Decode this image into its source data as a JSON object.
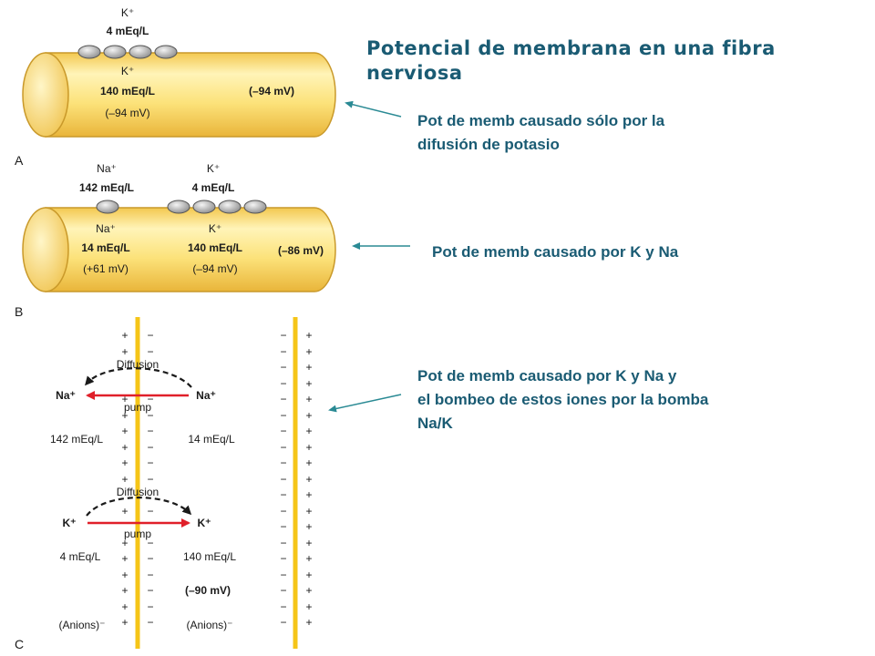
{
  "title": "Potencial de membrana en una fibra nerviosa",
  "captions": {
    "a": [
      "Pot de memb causado sólo por la",
      "difusión de potasio"
    ],
    "b": [
      "Pot de memb causado por K y Na"
    ],
    "c": [
      "Pot de memb causado por K y Na y",
      "el bombeo de estos iones por la bomba",
      "Na/K"
    ]
  },
  "panel_a": {
    "letter": "A",
    "k_out_ion": "K⁺",
    "k_out_conc": "4 mEq/L",
    "k_in_ion": "K⁺",
    "k_in_conc": "140 mEq/L",
    "k_eq": "(–94 mV)",
    "membrane_potential": "(–94 mV)"
  },
  "panel_b": {
    "letter": "B",
    "na_out_ion": "Na⁺",
    "na_out_conc": "142 mEq/L",
    "k_out_ion": "K⁺",
    "k_out_conc": "4 mEq/L",
    "na_in_ion": "Na⁺",
    "na_in_conc": "14 mEq/L",
    "na_eq": "(+61 mV)",
    "k_in_ion": "K⁺",
    "k_in_conc": "140 mEq/L",
    "k_eq": "(–94 mV)",
    "membrane_potential": "(–86 mV)"
  },
  "panel_c": {
    "letter": "C",
    "diffusion_label_1": "Diffusion",
    "pump_label_1": "pump",
    "na_left": "Na⁺",
    "na_right": "Na⁺",
    "na_out_conc": "142 mEq/L",
    "na_in_conc": "14 mEq/L",
    "diffusion_label_2": "Diffusion",
    "pump_label_2": "pump",
    "k_left": "K⁺",
    "k_right": "K⁺",
    "k_out_conc": "4 mEq/L",
    "k_in_conc": "140 mEq/L",
    "membrane_potential": "(–90 mV)",
    "anions_out": "(Anions)⁻",
    "anions_in": "(Anions)⁻"
  },
  "colors": {
    "fiber_fill": "#fce27a",
    "fiber_stroke": "#b8860b",
    "membrane_line": "#f5c518",
    "pump_arrow": "#e0202a",
    "caption_text": "#1a5b73",
    "pointer_arrow": "#2a8a94"
  }
}
